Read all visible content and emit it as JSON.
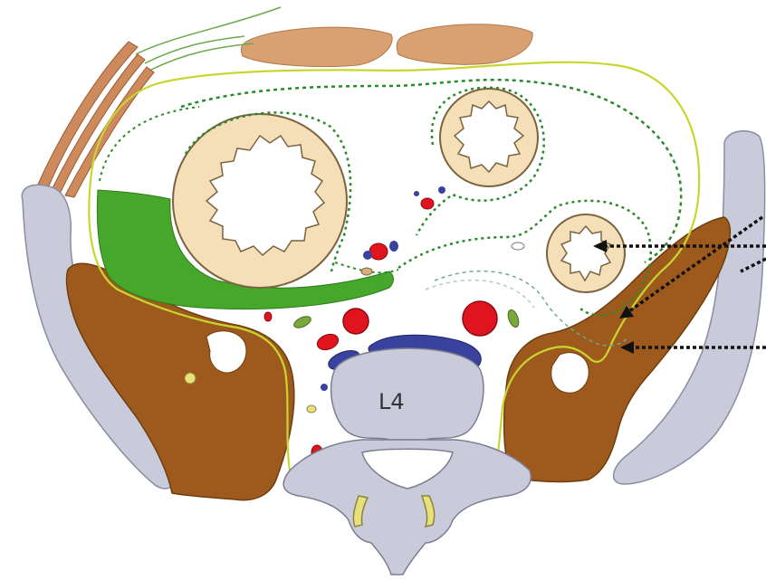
{
  "diagram": {
    "vertebra_label": "L4"
  },
  "colors": {
    "muscle_brown": "#9e5a1c",
    "bone_gray": "#c9cbdb",
    "rectus_tan": "#d9a172",
    "bowel_wall": "#f4dfb9",
    "fascia_yellow_green": "#c8d630",
    "peritoneum_green": "#2a8a2a",
    "fat_green": "#46a82a",
    "artery_red": "#e0141e",
    "vein_blue": "#3a42a0",
    "lymph_olive": "#7aa83a",
    "root_yellow": "#e8e07a"
  },
  "arrows": {
    "count": 4,
    "style": "dotted"
  }
}
